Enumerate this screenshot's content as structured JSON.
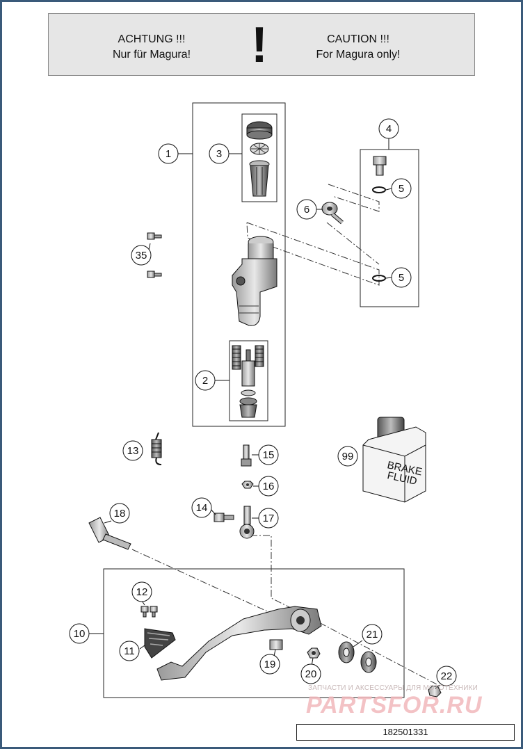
{
  "caution": {
    "german_line1": "ACHTUNG !!!",
    "german_line2": "Nur für Magura!",
    "symbol": "!",
    "english_line1": "CAUTION !!!",
    "english_line2": "For Magura only!"
  },
  "callouts": {
    "c1": "1",
    "c2": "2",
    "c3": "3",
    "c4": "4",
    "c5a": "5",
    "c5b": "5",
    "c6": "6",
    "c10": "10",
    "c11": "11",
    "c12": "12",
    "c13": "13",
    "c14": "14",
    "c15": "15",
    "c16": "16",
    "c17": "17",
    "c18": "18",
    "c19": "19",
    "c20": "20",
    "c21": "21",
    "c22": "22",
    "c35": "35",
    "c99": "99"
  },
  "bottle_label": {
    "line1": "BRAKE",
    "line2": "FLUID"
  },
  "part_number": "182501331",
  "watermark": {
    "text": "ЗАПЧАСТИ И АКСЕССУАРЫ ДЛЯ МОТОТЕХНИКИ",
    "logo": "PARTSFOR.RU"
  }
}
